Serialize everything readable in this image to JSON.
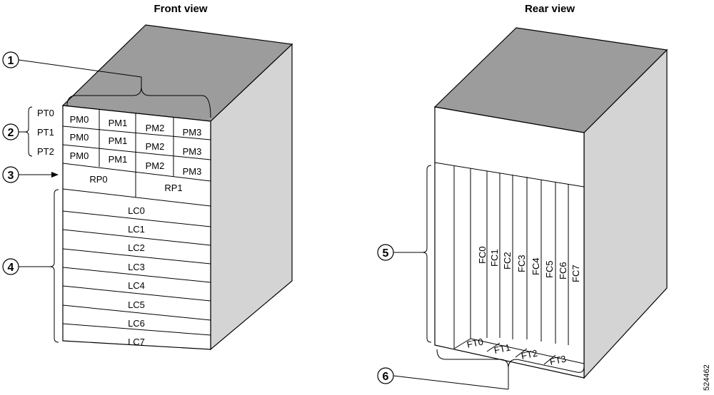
{
  "front_view": {
    "title": "Front view",
    "pt_labels": [
      "PT0",
      "PT1",
      "PT2"
    ],
    "pm_rows": [
      [
        "PM0",
        "PM1",
        "PM2",
        "PM3"
      ],
      [
        "PM0",
        "PM1",
        "PM2",
        "PM3"
      ],
      [
        "PM0",
        "PM1",
        "PM2",
        "PM3"
      ]
    ],
    "rp": [
      "RP0",
      "RP1"
    ],
    "lc": [
      "LC0",
      "LC1",
      "LC2",
      "LC3",
      "LC4",
      "LC5",
      "LC6",
      "LC7"
    ]
  },
  "rear_view": {
    "title": "Rear view",
    "fc": [
      "FC0",
      "FC1",
      "FC2",
      "FC3",
      "FC4",
      "FC5",
      "FC6",
      "FC7"
    ],
    "ft": [
      "FT0",
      "FT1",
      "FT2",
      "FT3"
    ]
  },
  "callouts": [
    "1",
    "2",
    "3",
    "4",
    "5",
    "6"
  ],
  "figure_id": "524462"
}
